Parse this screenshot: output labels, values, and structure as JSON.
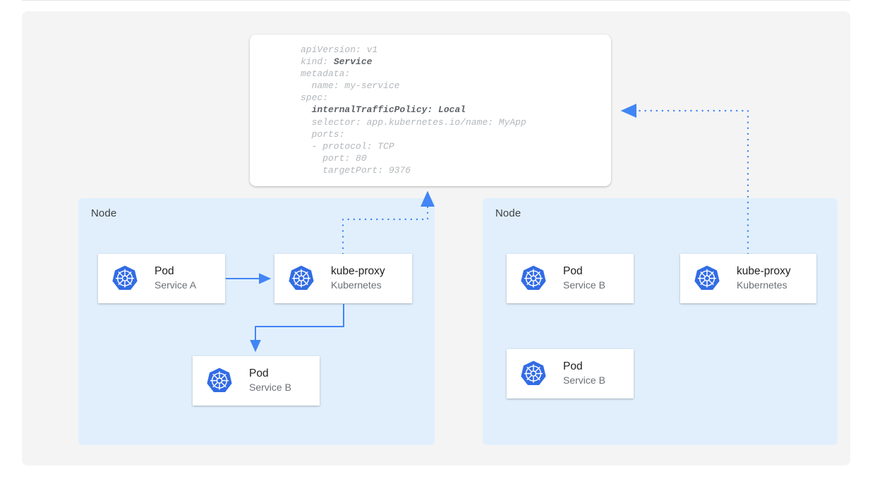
{
  "diagram": {
    "title": "Kubernetes internalTrafficPolicy Local diagram",
    "canvas_bg": "#f4f4f4",
    "accent": "#4285f4",
    "node_bg": "#e1effc"
  },
  "yaml_panel": {
    "name": "service-manifest",
    "lines": [
      {
        "text": "apiVersion: v1",
        "bold": false
      },
      {
        "text": "kind: ",
        "bold_part": "Service"
      },
      {
        "text": "metadata:",
        "bold": false
      },
      {
        "text": "  name: my-service",
        "bold": false
      },
      {
        "text": "spec:",
        "bold": false
      },
      {
        "text": "  internalTrafficPolicy: Local",
        "bold": true
      },
      {
        "text": "  selector: app.kubernetes.io/name: MyApp",
        "bold": false
      },
      {
        "text": "  ports:",
        "bold": false
      },
      {
        "text": "  - protocol: TCP",
        "bold": false
      },
      {
        "text": "    port: 80",
        "bold": false
      },
      {
        "text": "    targetPort: 9376",
        "bold": false
      }
    ],
    "full_text": "apiVersion: v1\nkind: Service\nmetadata:\n  name: my-service\nspec:\n  internalTrafficPolicy: Local\n  selector: app.kubernetes.io/name: MyApp\n  ports:\n  - protocol: TCP\n    port: 80\n    targetPort: 9376"
  },
  "nodes": [
    {
      "label": "Node",
      "cards": [
        {
          "title": "Pod",
          "subtitle": "Service A",
          "icon": "kubernetes-icon"
        },
        {
          "title": "kube-proxy",
          "subtitle": "Kubernetes",
          "icon": "kubernetes-icon"
        },
        {
          "title": "Pod",
          "subtitle": "Service B",
          "icon": "kubernetes-icon"
        }
      ]
    },
    {
      "label": "Node",
      "cards": [
        {
          "title": "Pod",
          "subtitle": "Service B",
          "icon": "kubernetes-icon"
        },
        {
          "title": "kube-proxy",
          "subtitle": "Kubernetes",
          "icon": "kubernetes-icon"
        },
        {
          "title": "Pod",
          "subtitle": "Service B",
          "icon": "kubernetes-icon"
        }
      ]
    }
  ],
  "connectors": [
    {
      "name": "pod-a-to-kube-proxy",
      "style": "solid",
      "from": "Pod Service A",
      "to": "kube-proxy (left)"
    },
    {
      "name": "kube-proxy-to-pod-b",
      "style": "solid",
      "from": "kube-proxy (left)",
      "to": "Pod Service B (left node)"
    },
    {
      "name": "kube-proxy-left-to-manifest",
      "style": "dotted",
      "from": "kube-proxy (left)",
      "to": "service manifest"
    },
    {
      "name": "kube-proxy-right-to-manifest",
      "style": "dotted",
      "from": "kube-proxy (right)",
      "to": "service manifest"
    }
  ]
}
